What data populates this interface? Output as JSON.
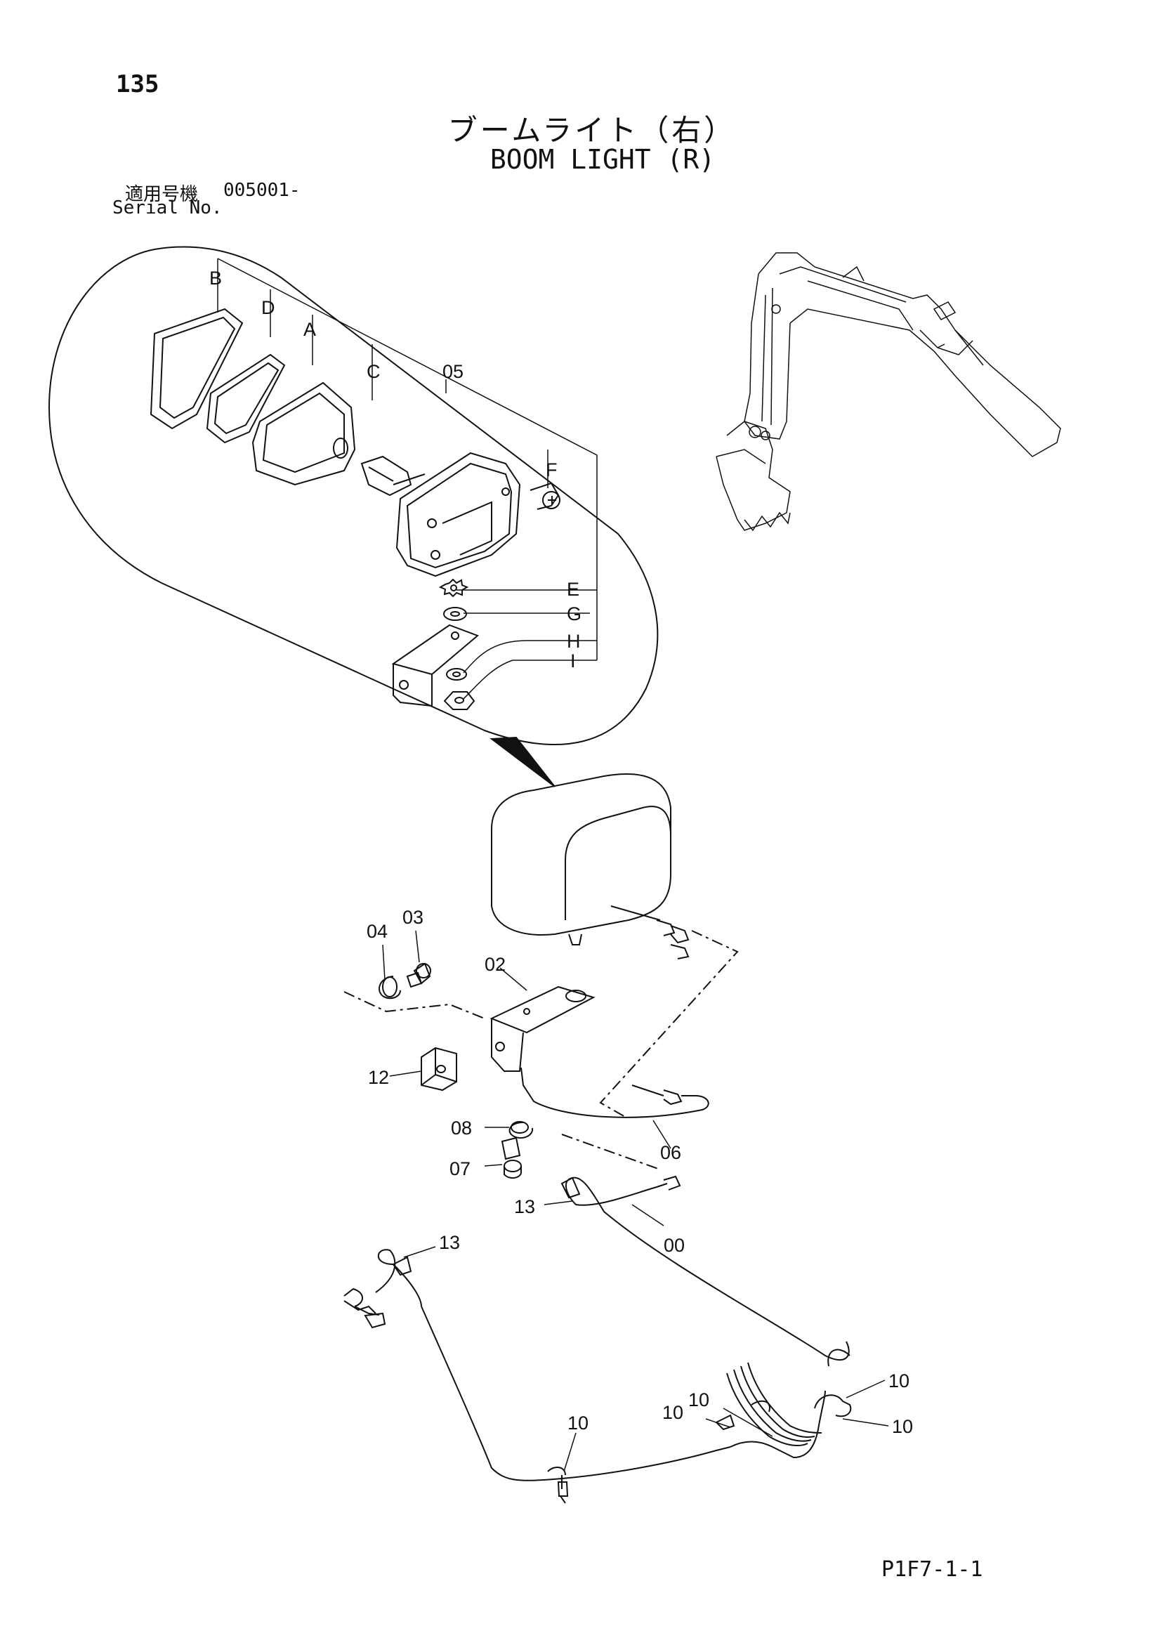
{
  "page": {
    "number": "135",
    "title_jp": "ブームライト（右）",
    "title_en": "BOOM LIGHT (R)",
    "serial_label_jp": "適用号機",
    "serial_value": "005001-",
    "serial_label_en": "Serial No.",
    "page_code": "P1F7-1-1"
  },
  "callouts": {
    "B": "B",
    "D": "D",
    "A": "A",
    "C": "C",
    "p05": "05",
    "F": "F",
    "E": "E",
    "G": "G",
    "H": "H",
    "I": "I",
    "p04": "04",
    "p03": "03",
    "p02": "02",
    "p12": "12",
    "p08": "08",
    "p07": "07",
    "p06": "06",
    "p13a": "13",
    "p13b": "13",
    "p00": "00",
    "p10a": "10",
    "p10b": "10",
    "p10c": "10",
    "p10d": "10",
    "p10e": "10"
  }
}
